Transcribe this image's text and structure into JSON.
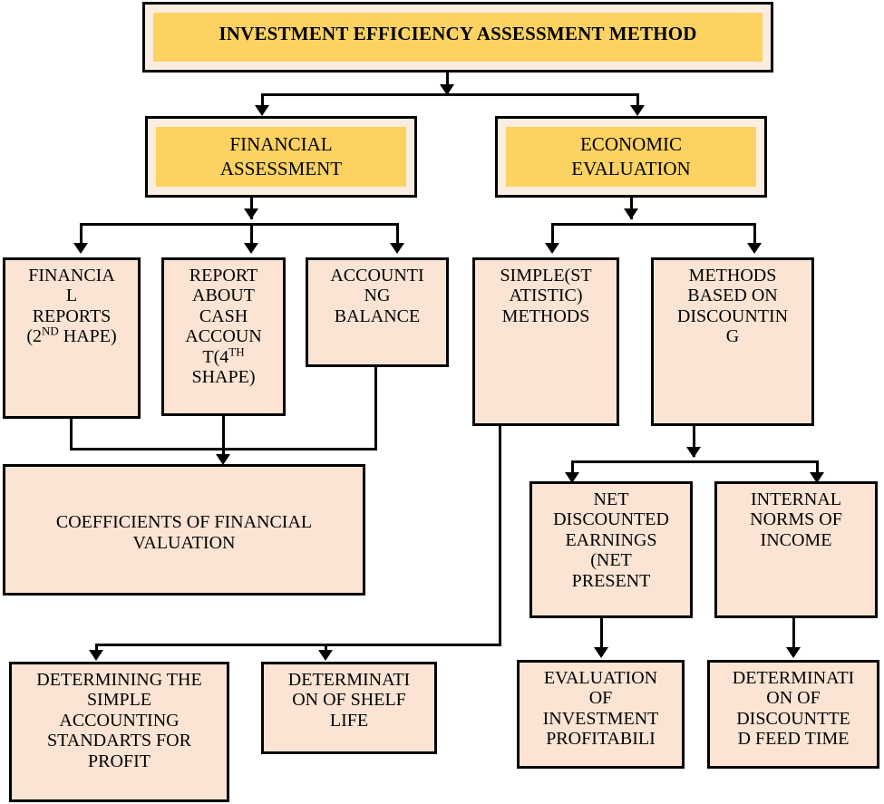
{
  "diagram": {
    "title": "INVESTMENT EFFICIENCY ASSESSMENT METHOD",
    "type": "flowchart",
    "orientation": "top-down",
    "colors": {
      "title_fill": "#fcd262",
      "title_band": "#fbeee0",
      "node_fill": "#fbe4d3",
      "border": "#000000",
      "text": "#000000",
      "background": "#ffffff"
    },
    "levels": {
      "level1": [
        "root"
      ],
      "level2": [
        "financial-assessment",
        "economic-evaluation"
      ],
      "level3": [
        "financial-reports",
        "report-cash-account",
        "accounting-balance",
        "simple-statistic-methods",
        "methods-discounting"
      ],
      "level4": [
        "coefficients-financial-valuation",
        "net-discounted-earnings",
        "internal-norms-income"
      ],
      "level5": [
        "simple-accounting-standarts",
        "shelf-life",
        "investment-profitability",
        "discountted-feed-time"
      ]
    },
    "nodes": {
      "root": {
        "label": "INVESTMENT EFFICIENCY ASSESSMENT METHOD",
        "style": "gold"
      },
      "financial_assessment": {
        "label": "FINANCIAL\nASSESSMENT",
        "style": "gold"
      },
      "economic_evaluation": {
        "label": "ECONOMIC\nEVALUATION",
        "style": "gold"
      },
      "financial_reports": {
        "label_pre": "FINANCIA\nL\nREPORTS\n(2",
        "label_sup": "ND",
        "label_post": " HAPE)",
        "style": "peach"
      },
      "report_cash_account": {
        "label_pre": "REPORT\nABOUT\nCASH\nACCOUN\nT(4",
        "label_sup": "TH",
        "label_post": "\nSHAPE)",
        "style": "peach"
      },
      "accounting_balance": {
        "label": "ACCOUNTI\nNG\nBALANCE",
        "style": "peach"
      },
      "simple_statistic_methods": {
        "label": "SIMPLE(ST\nATISTIC)\nMETHODS",
        "style": "peach"
      },
      "methods_discounting": {
        "label": "METHODS\nBASED ON\nDISCOUNTIN\nG",
        "style": "peach"
      },
      "coefficients_financial_valuation": {
        "label": "COEFFICIENTS OF FINANCIAL\nVALUATION",
        "style": "peach"
      },
      "net_discounted_earnings": {
        "label": "NET\nDISCOUNTED\nEARNINGS\n(NET\nPRESENT",
        "style": "peach"
      },
      "internal_norms_income": {
        "label": "INTERNAL\nNORMS OF\nINCOME",
        "style": "peach"
      },
      "simple_accounting_standarts": {
        "label": "DETERMINING THE\nSIMPLE\nACCOUNTING\nSTANDARTS FOR\nPROFIT",
        "style": "peach"
      },
      "shelf_life": {
        "label": "DETERMINATI\nON OF SHELF\nLIFE",
        "style": "peach"
      },
      "investment_profitability": {
        "label": "EVALUATION\nOF\nINVESTMENT\nPROFITABILI",
        "style": "peach"
      },
      "discountted_feed_time": {
        "label": "DETERMINATI\nON OF\nDISCOUNTTE\nD FEED TIME",
        "style": "peach"
      }
    },
    "edges": [
      {
        "from": "root",
        "to": "financial-assessment"
      },
      {
        "from": "root",
        "to": "economic-evaluation"
      },
      {
        "from": "financial-assessment",
        "to": "financial-reports"
      },
      {
        "from": "financial-assessment",
        "to": "report-cash-account"
      },
      {
        "from": "financial-assessment",
        "to": "accounting-balance"
      },
      {
        "from": "economic-evaluation",
        "to": "simple-statistic-methods"
      },
      {
        "from": "economic-evaluation",
        "to": "methods-discounting"
      },
      {
        "from": "financial-reports",
        "to": "coefficients-financial-valuation"
      },
      {
        "from": "report-cash-account",
        "to": "coefficients-financial-valuation"
      },
      {
        "from": "accounting-balance",
        "to": "coefficients-financial-valuation"
      },
      {
        "from": "methods-discounting",
        "to": "net-discounted-earnings"
      },
      {
        "from": "methods-discounting",
        "to": "internal-norms-income"
      },
      {
        "from": "simple-statistic-methods",
        "to": "simple-accounting-standarts"
      },
      {
        "from": "simple-statistic-methods",
        "to": "shelf-life"
      },
      {
        "from": "net-discounted-earnings",
        "to": "investment-profitability"
      },
      {
        "from": "internal-norms-income",
        "to": "discountted-feed-time"
      }
    ]
  }
}
